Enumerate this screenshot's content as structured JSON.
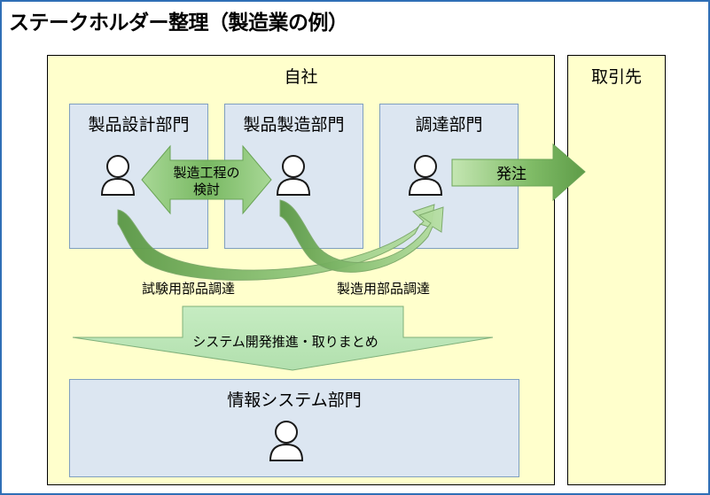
{
  "title": "ステークホルダー整理（製造業の例）",
  "zones": {
    "self": "自社",
    "supplier": "取引先"
  },
  "departments": {
    "design": "製品設計部門",
    "manufacturing": "製品製造部門",
    "procurement": "調達部門",
    "it": "情報システム部門"
  },
  "arrows": {
    "review_line1": "製造工程の",
    "review_line2": "検討",
    "order": "発注",
    "test_parts": "試験用部品調達",
    "mfg_parts": "製造用部品調達",
    "system_dev": "システム開発推進・取りまとめ"
  },
  "icons": {
    "person": "person-icon"
  },
  "colors": {
    "frame_border": "#2f6fb6",
    "zone_fill": "#ffffcc",
    "dept_fill": "#dce6f1",
    "arrow_green_light": "#c6e8b4",
    "arrow_green_dark": "#5c9a45"
  }
}
